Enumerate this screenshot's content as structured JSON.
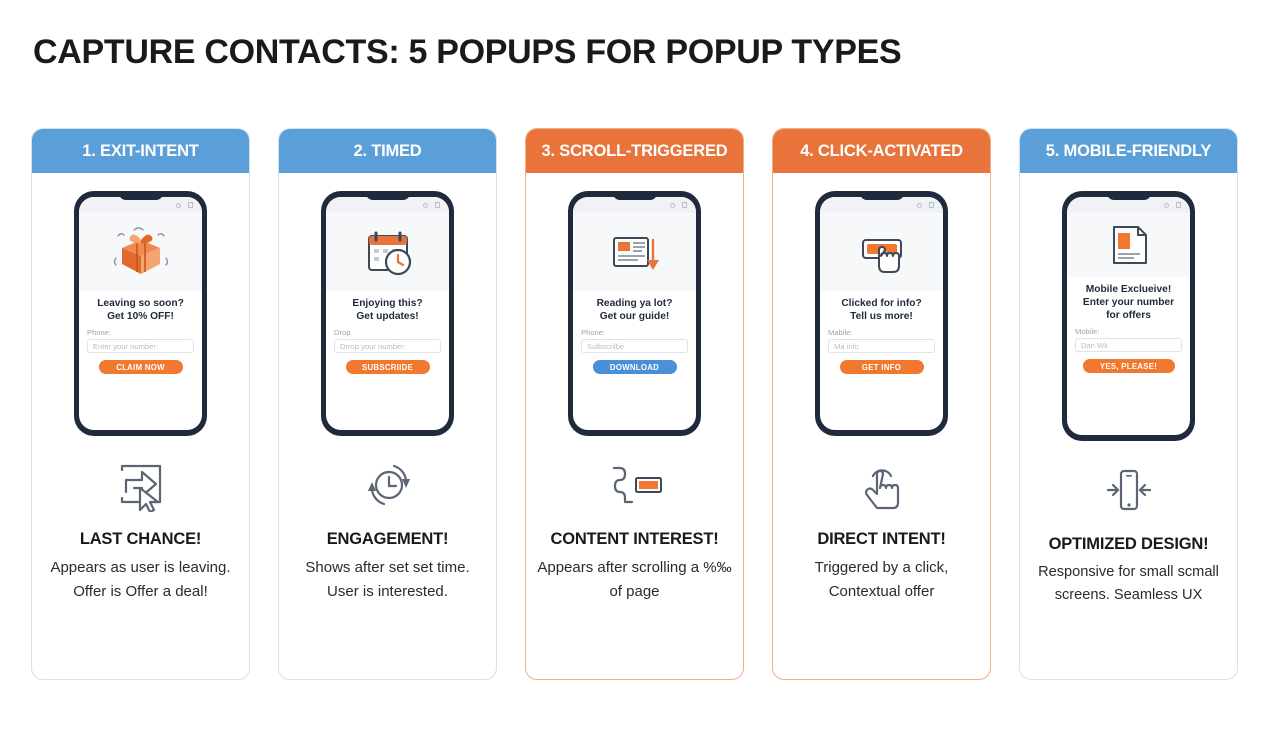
{
  "header": {
    "title": "CAPTURE CONTACTS: 5 POPUPS FOR POPUP TYPES"
  },
  "colors": {
    "blue_header": "#5a9fd8",
    "orange_header": "#e8743b",
    "cta_orange": "#f0792f",
    "cta_blue": "#4a90d9",
    "phone_body": "#1f2a3d",
    "text_dark": "#1a1a1a"
  },
  "cards": [
    {
      "header": "1. EXIT-INTENT",
      "header_color": "blue",
      "icon": "gift-box-icon",
      "mid_icon": "exit-arrow-cursor-icon",
      "popup": {
        "line1": "Leaving so soon?",
        "line2": "Get 10% OFF!",
        "line3": "",
        "field_label": "Phone:",
        "field_placeholder": "Enter your number:",
        "cta": "CLAIM NOW",
        "cta_color": "orange"
      },
      "caption_title": "LAST CHANCE!",
      "caption_body": "Appears as user is leaving. Offer is Offer a deal!"
    },
    {
      "header": "2. TIMED",
      "header_color": "blue",
      "icon": "calendar-clock-icon",
      "mid_icon": "timer-refresh-icon",
      "popup": {
        "line1": "Enjoying this?",
        "line2": "Get updates!",
        "line3": "",
        "field_label": "Drop",
        "field_placeholder": "Drrop your number:",
        "cta": "SUBSCRIIDE",
        "cta_color": "orange"
      },
      "caption_title": "ENGAGEMENT!",
      "caption_body": "Shows after set set time. User is interested."
    },
    {
      "header": "3. SCROLL-TRIGGERED",
      "header_color": "orange",
      "icon": "article-scroll-arrow-icon",
      "mid_icon": "scroll-path-bar-icon",
      "popup": {
        "line1": "Reading ya lot?",
        "line2": "Get our guide!",
        "line3": "",
        "field_label": "Phone:",
        "field_placeholder": "Sulbscrilbe",
        "cta": "DOWNLOAD",
        "cta_color": "blue"
      },
      "caption_title": "CONTENT INTEREST!",
      "caption_body": "Appears after scrolling a %‰ of page"
    },
    {
      "header": "4. CLICK-ACTIVATED",
      "header_color": "orange",
      "icon": "click-button-hand-icon",
      "mid_icon": "tap-hand-icon",
      "popup": {
        "line1": "Clicked for info?",
        "line2": "Tell us more!",
        "line3": "",
        "field_label": "Mabile:",
        "field_placeholder": "Ma info",
        "cta": "GET INFO",
        "cta_color": "orange"
      },
      "caption_title": "DIRECT INTENT!",
      "caption_body": "Triggered by a click, Contextual offer"
    },
    {
      "header": "5. MOBILE-FRIENDLY",
      "header_color": "blue",
      "icon": "mobile-form-icon",
      "mid_icon": "responsive-phone-icon",
      "popup": {
        "line1": "Mobile Exclueive!",
        "line2": "Enter your number",
        "line3": "for offers",
        "field_label": "Mobile:",
        "field_placeholder": "Dan Wk",
        "cta": "YES, PLEASE!",
        "cta_color": "orange"
      },
      "caption_title": "OPTIMIZED DESIGN!",
      "caption_body": "Responsive for small scmall screens. Seamless UX"
    }
  ]
}
